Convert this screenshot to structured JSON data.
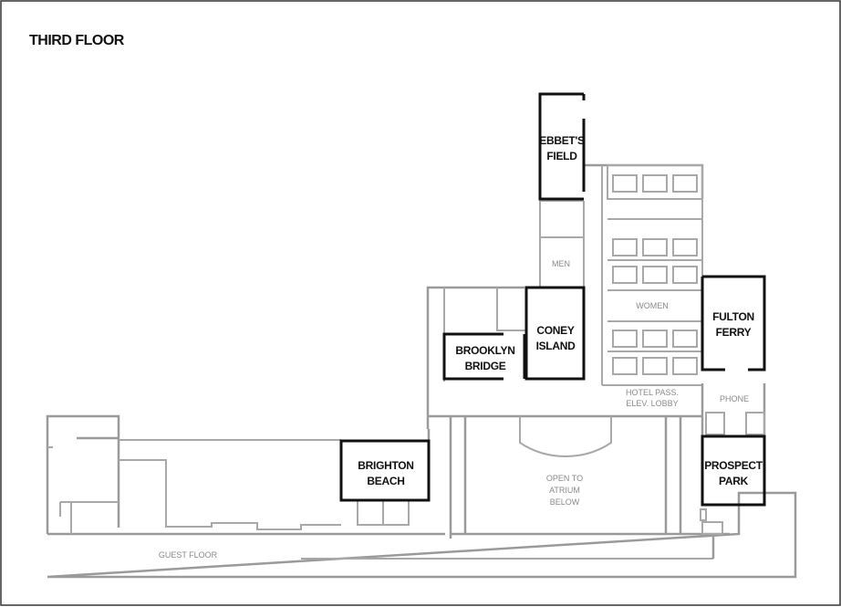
{
  "title": "THIRD FLOOR",
  "rooms": {
    "ebbets_field": [
      "EBBET'S",
      "FIELD"
    ],
    "coney_island": [
      "CONEY",
      "ISLAND"
    ],
    "brooklyn_bridge": [
      "BROOKLYN",
      "BRIDGE"
    ],
    "fulton_ferry": [
      "FULTON",
      "FERRY"
    ],
    "brighton_beach": [
      "BRIGHTON",
      "BEACH"
    ],
    "prospect_park": [
      "PROSPECT",
      "PARK"
    ]
  },
  "areas": {
    "men": "MEN",
    "women": "WOMEN",
    "phone": "PHONE",
    "hotel_lobby": [
      "HOTEL PASS.",
      "ELEV. LOBBY"
    ],
    "atrium": [
      "OPEN TO",
      "ATRIUM",
      "BELOW"
    ],
    "guest_floor": "GUEST FLOOR"
  }
}
